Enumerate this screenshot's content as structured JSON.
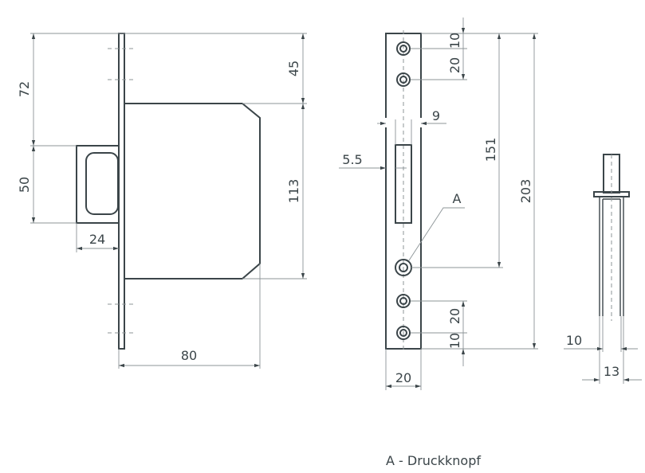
{
  "side_view": {
    "dims": {
      "d72": "72",
      "d50": "50",
      "d24": "24",
      "d80": "80",
      "d45": "45",
      "d113": "113"
    }
  },
  "front_view": {
    "dims": {
      "top10": "10",
      "top20": "20",
      "d9": "9",
      "d5_5": "5.5",
      "d151": "151",
      "d203": "203",
      "bot20": "20",
      "bot10": "10",
      "width20": "20"
    },
    "leader_label": "A"
  },
  "pin_view": {
    "dims": {
      "d10": "10",
      "d13": "13"
    }
  },
  "caption": "A - Druckknopf",
  "colors": {
    "outline": "#3b4549",
    "dimension": "#8c9497"
  }
}
